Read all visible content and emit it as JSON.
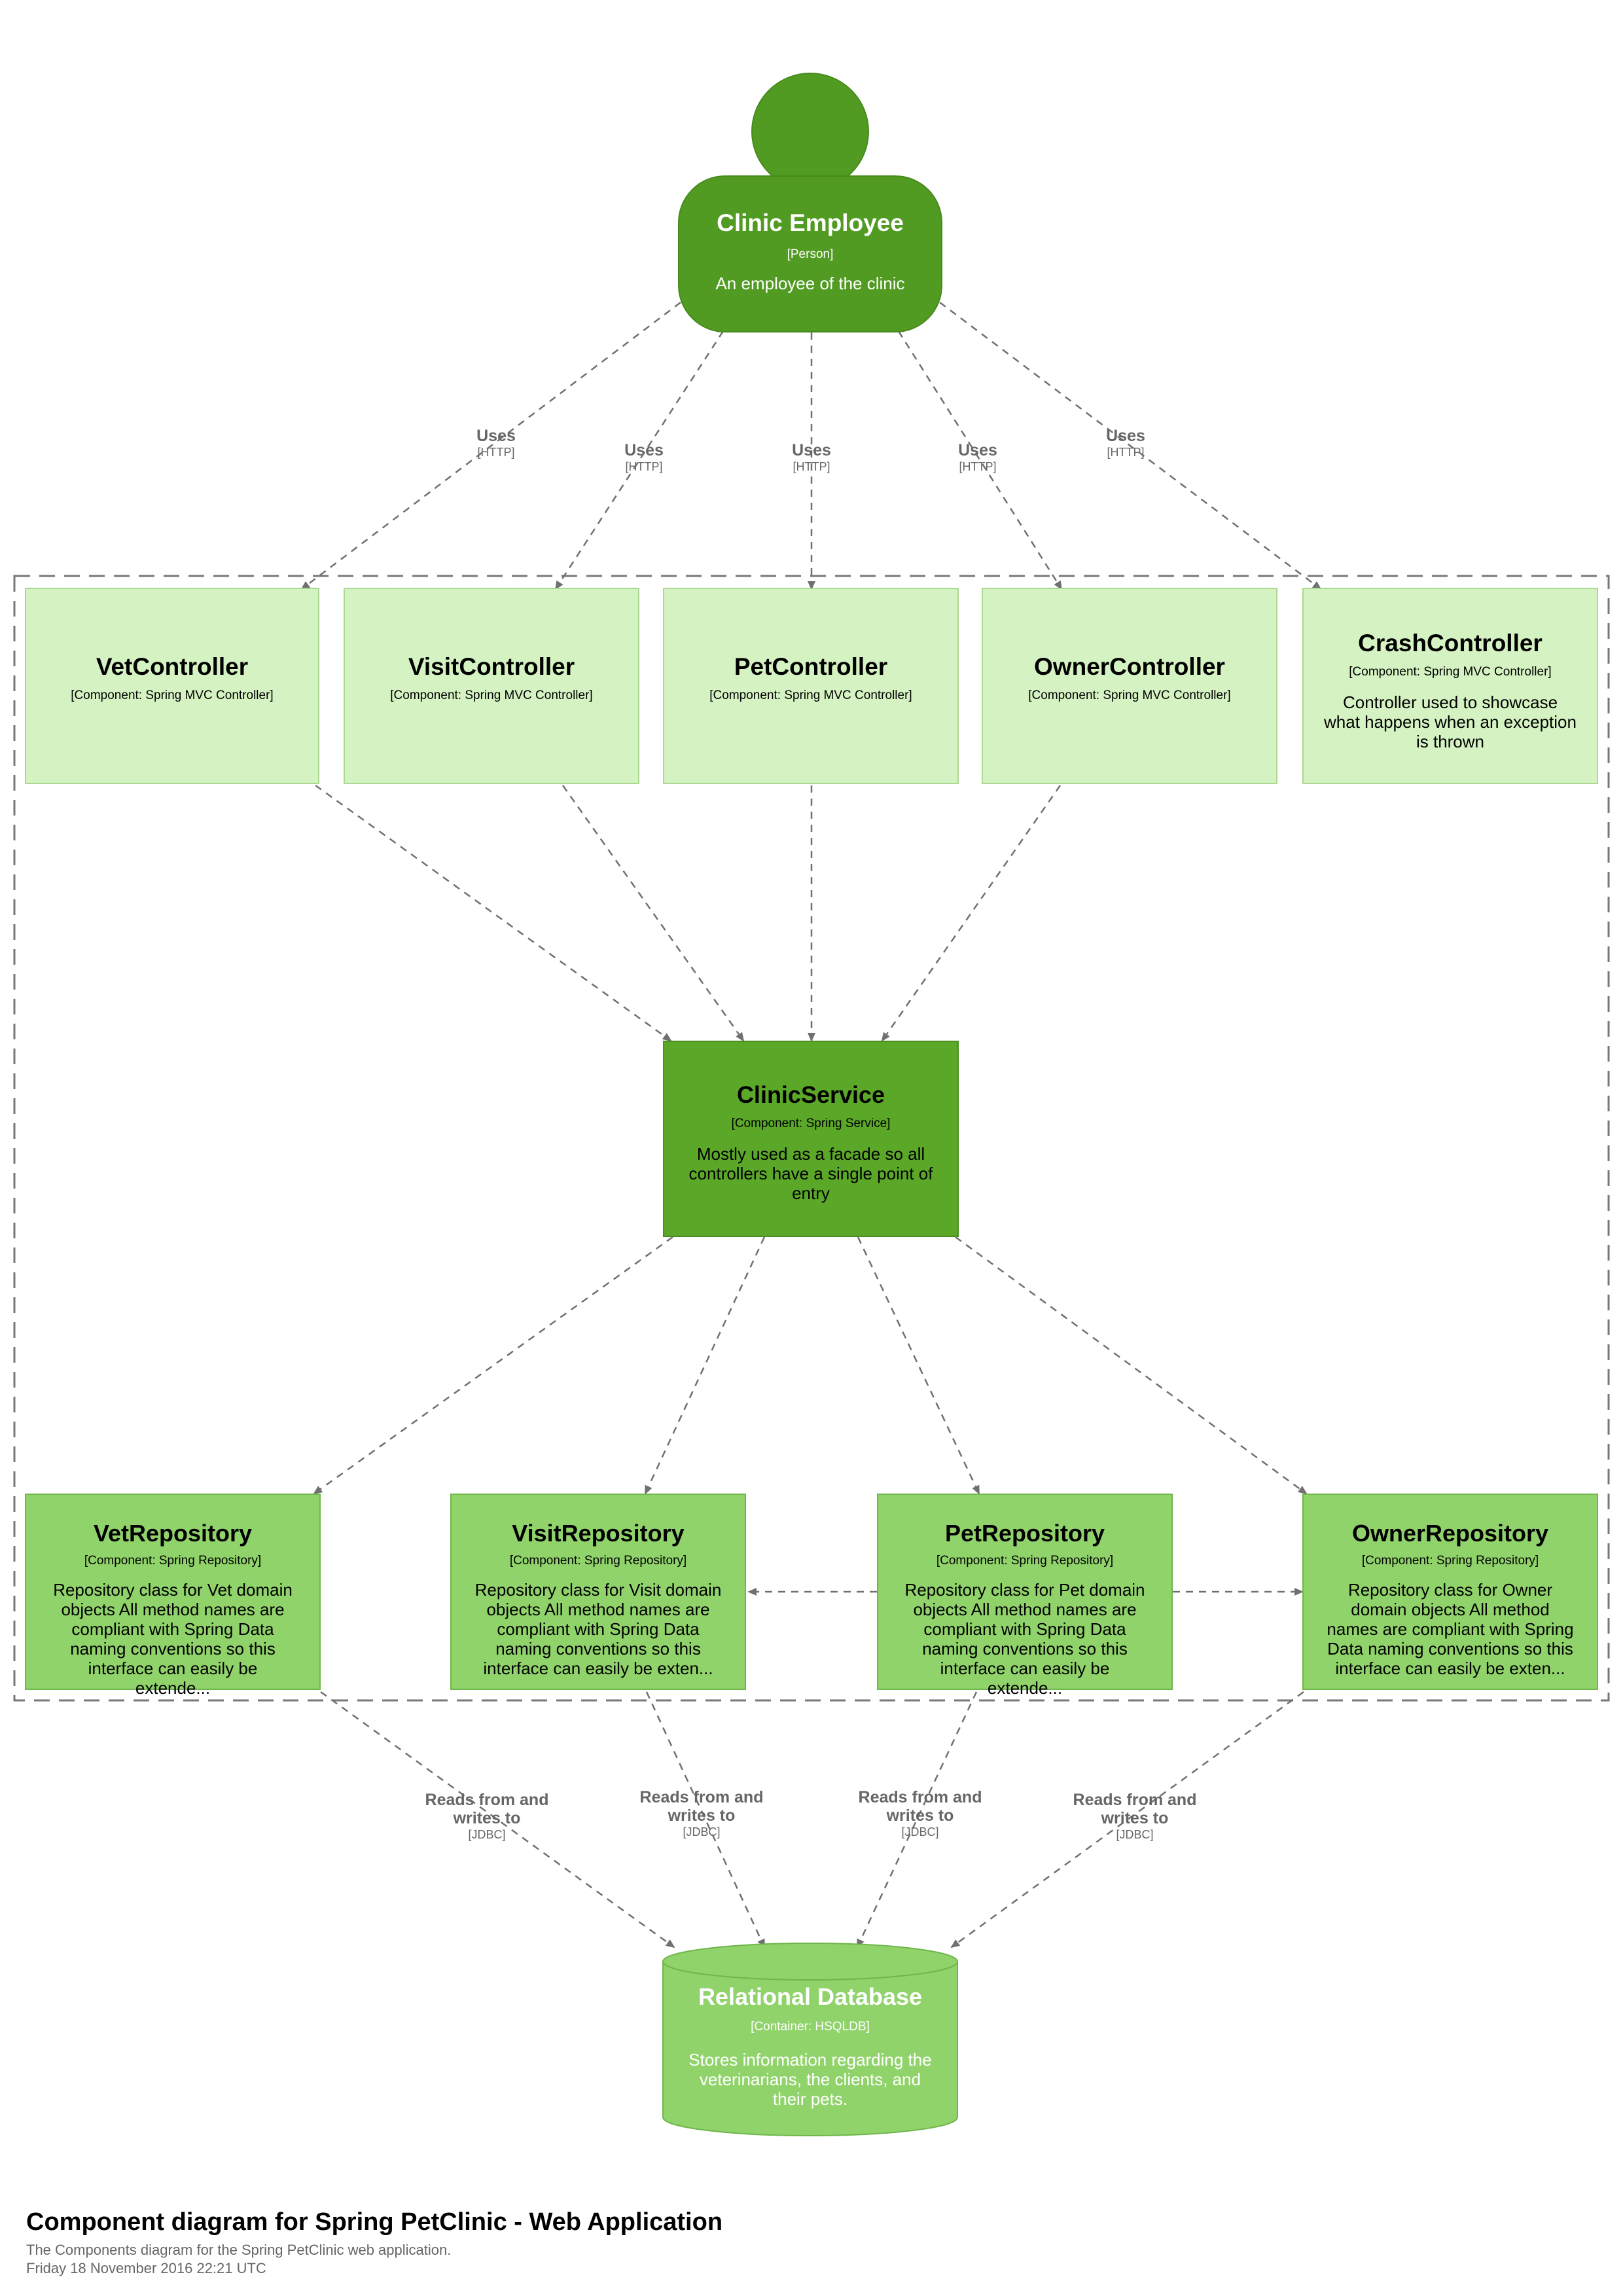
{
  "person": {
    "name": "Clinic Employee",
    "type": "[Person]",
    "description": "An employee of the clinic"
  },
  "controllers": [
    {
      "name": "VetController",
      "tech": "[Component: Spring MVC Controller]",
      "description": ""
    },
    {
      "name": "VisitController",
      "tech": "[Component: Spring MVC Controller]",
      "description": ""
    },
    {
      "name": "PetController",
      "tech": "[Component: Spring MVC Controller]",
      "description": ""
    },
    {
      "name": "OwnerController",
      "tech": "[Component: Spring MVC Controller]",
      "description": ""
    },
    {
      "name": "CrashController",
      "tech": "[Component: Spring MVC Controller]",
      "description": "Controller used to showcase what happens when an exception is thrown"
    }
  ],
  "service": {
    "name": "ClinicService",
    "tech": "[Component: Spring Service]",
    "description": "Mostly used as a facade so all controllers have a single point of entry"
  },
  "repositories": [
    {
      "name": "VetRepository",
      "tech": "[Component: Spring Repository]",
      "description": "Repository class for Vet domain objects All method names are compliant with Spring Data naming conventions so this interface can easily be extende..."
    },
    {
      "name": "VisitRepository",
      "tech": "[Component: Spring Repository]",
      "description": "Repository class for Visit domain objects All method names are compliant with Spring Data naming conventions so this interface can easily be exten..."
    },
    {
      "name": "PetRepository",
      "tech": "[Component: Spring Repository]",
      "description": "Repository class for Pet domain objects All method names are compliant with Spring Data naming conventions so this interface can easily be extende..."
    },
    {
      "name": "OwnerRepository",
      "tech": "[Component: Spring Repository]",
      "description": "Repository class for Owner domain objects All method names are compliant with Spring Data naming conventions so this interface can easily be exten..."
    }
  ],
  "database": {
    "name": "Relational Database",
    "tech": "[Container: HSQLDB]",
    "description": "Stores information regarding the veterinarians, the clients, and their pets."
  },
  "edge_labels": {
    "uses": {
      "name": "Uses",
      "tech": "[HTTP]"
    },
    "reads_writes": {
      "name": "Reads from and writes to",
      "tech": "[JDBC]"
    }
  },
  "footer": {
    "title": "Component diagram for Spring PetClinic - Web Application",
    "subtitle": "The Components diagram for the Spring PetClinic web application.",
    "date": "Friday 18 November 2016 22:21 UTC"
  },
  "colors": {
    "person": "#529b23",
    "controller": "#d5f2c2",
    "service": "#5ba829",
    "repository": "#91d36b",
    "database": "#91d36b",
    "edge": "#707070",
    "boundary": "#777777"
  }
}
